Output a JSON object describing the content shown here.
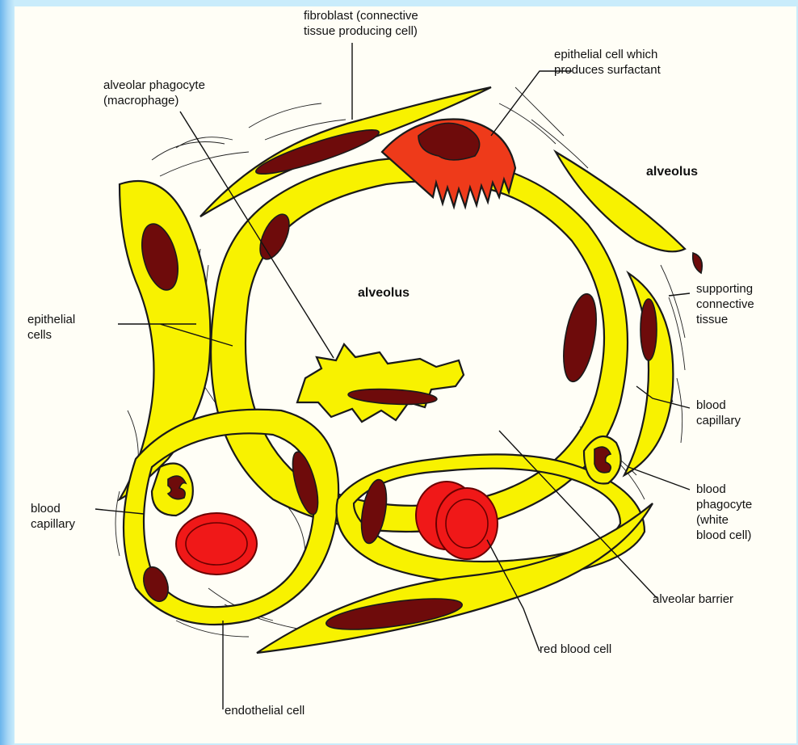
{
  "labels": {
    "fibroblast": "fibroblast (connective\ntissue producing cell)",
    "epithelial_surfactant": "epithelial cell which\nproduces surfactant",
    "alveolar_phagocyte": "alveolar phagocyte\n(macrophage)",
    "alveolus_right": "alveolus",
    "alveolus_center": "alveolus",
    "supporting_tissue": "supporting\nconnective\ntissue",
    "epithelial_cells": "epithelial\ncells",
    "blood_capillary_right": "blood\ncapillary",
    "blood_phagocyte": "blood\nphagocyte\n(white\nblood cell)",
    "blood_capillary_left": "blood\ncapillary",
    "alveolar_barrier": "alveolar barrier",
    "red_blood_cell": "red blood cell",
    "endothelial_cell": "endothelial cell"
  },
  "colors": {
    "cell_fill": "#f8f200",
    "nucleus": "#6e0b0b",
    "red_blood_cell": "#f01818",
    "surfactant_cell": "#ee3a1a",
    "background": "#fffef6"
  }
}
